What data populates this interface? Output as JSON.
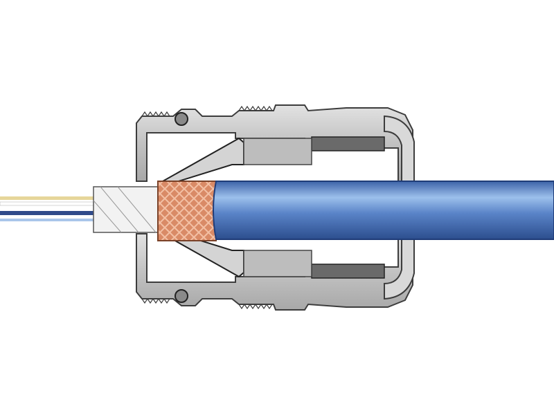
{
  "figure": {
    "kind": "cable-gland-cross-section",
    "labels": []
  },
  "colors": {
    "background": "#ffffff",
    "gland_body": "#c6c6c6",
    "gland_outline": "#3c3c3c",
    "seal_dark": "#6a6a6a",
    "cable_jacket": "#5a84c8",
    "cable_highlight": "#9cc0ec",
    "braid_shield": "#d98a66",
    "braid_weave": "#f3c0a4",
    "inner_sheath": "#f2f2f2",
    "wire_yellow": "#e6d69a",
    "wire_blue": "#2f4a8a",
    "wire_light_blue": "#a9c6ea"
  },
  "components": [
    {
      "name": "cable-jacket"
    },
    {
      "name": "braided-shield"
    },
    {
      "name": "inner-sheath"
    },
    {
      "name": "conductors",
      "count": 3
    },
    {
      "name": "gland-body"
    },
    {
      "name": "cone-clamp"
    },
    {
      "name": "seal-ring"
    },
    {
      "name": "dome-cap"
    },
    {
      "name": "o-rings",
      "count": 2
    }
  ]
}
